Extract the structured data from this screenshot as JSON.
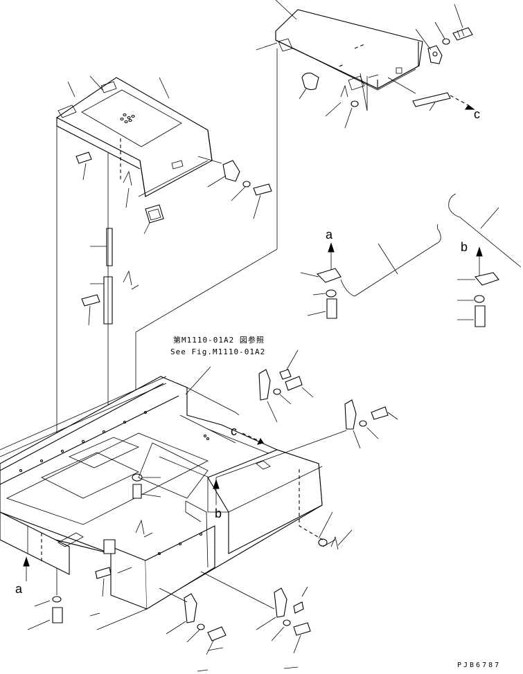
{
  "callouts": {
    "a_mid": "a",
    "b_right": "b",
    "c_top": "c",
    "c_mid": "c",
    "b_mid": "b",
    "a_left": "a"
  },
  "reference": {
    "line1": "第M1110-01A2 図参照",
    "line2": "See Fig.M1110-01A2"
  },
  "drawing_code": "PJB6787"
}
